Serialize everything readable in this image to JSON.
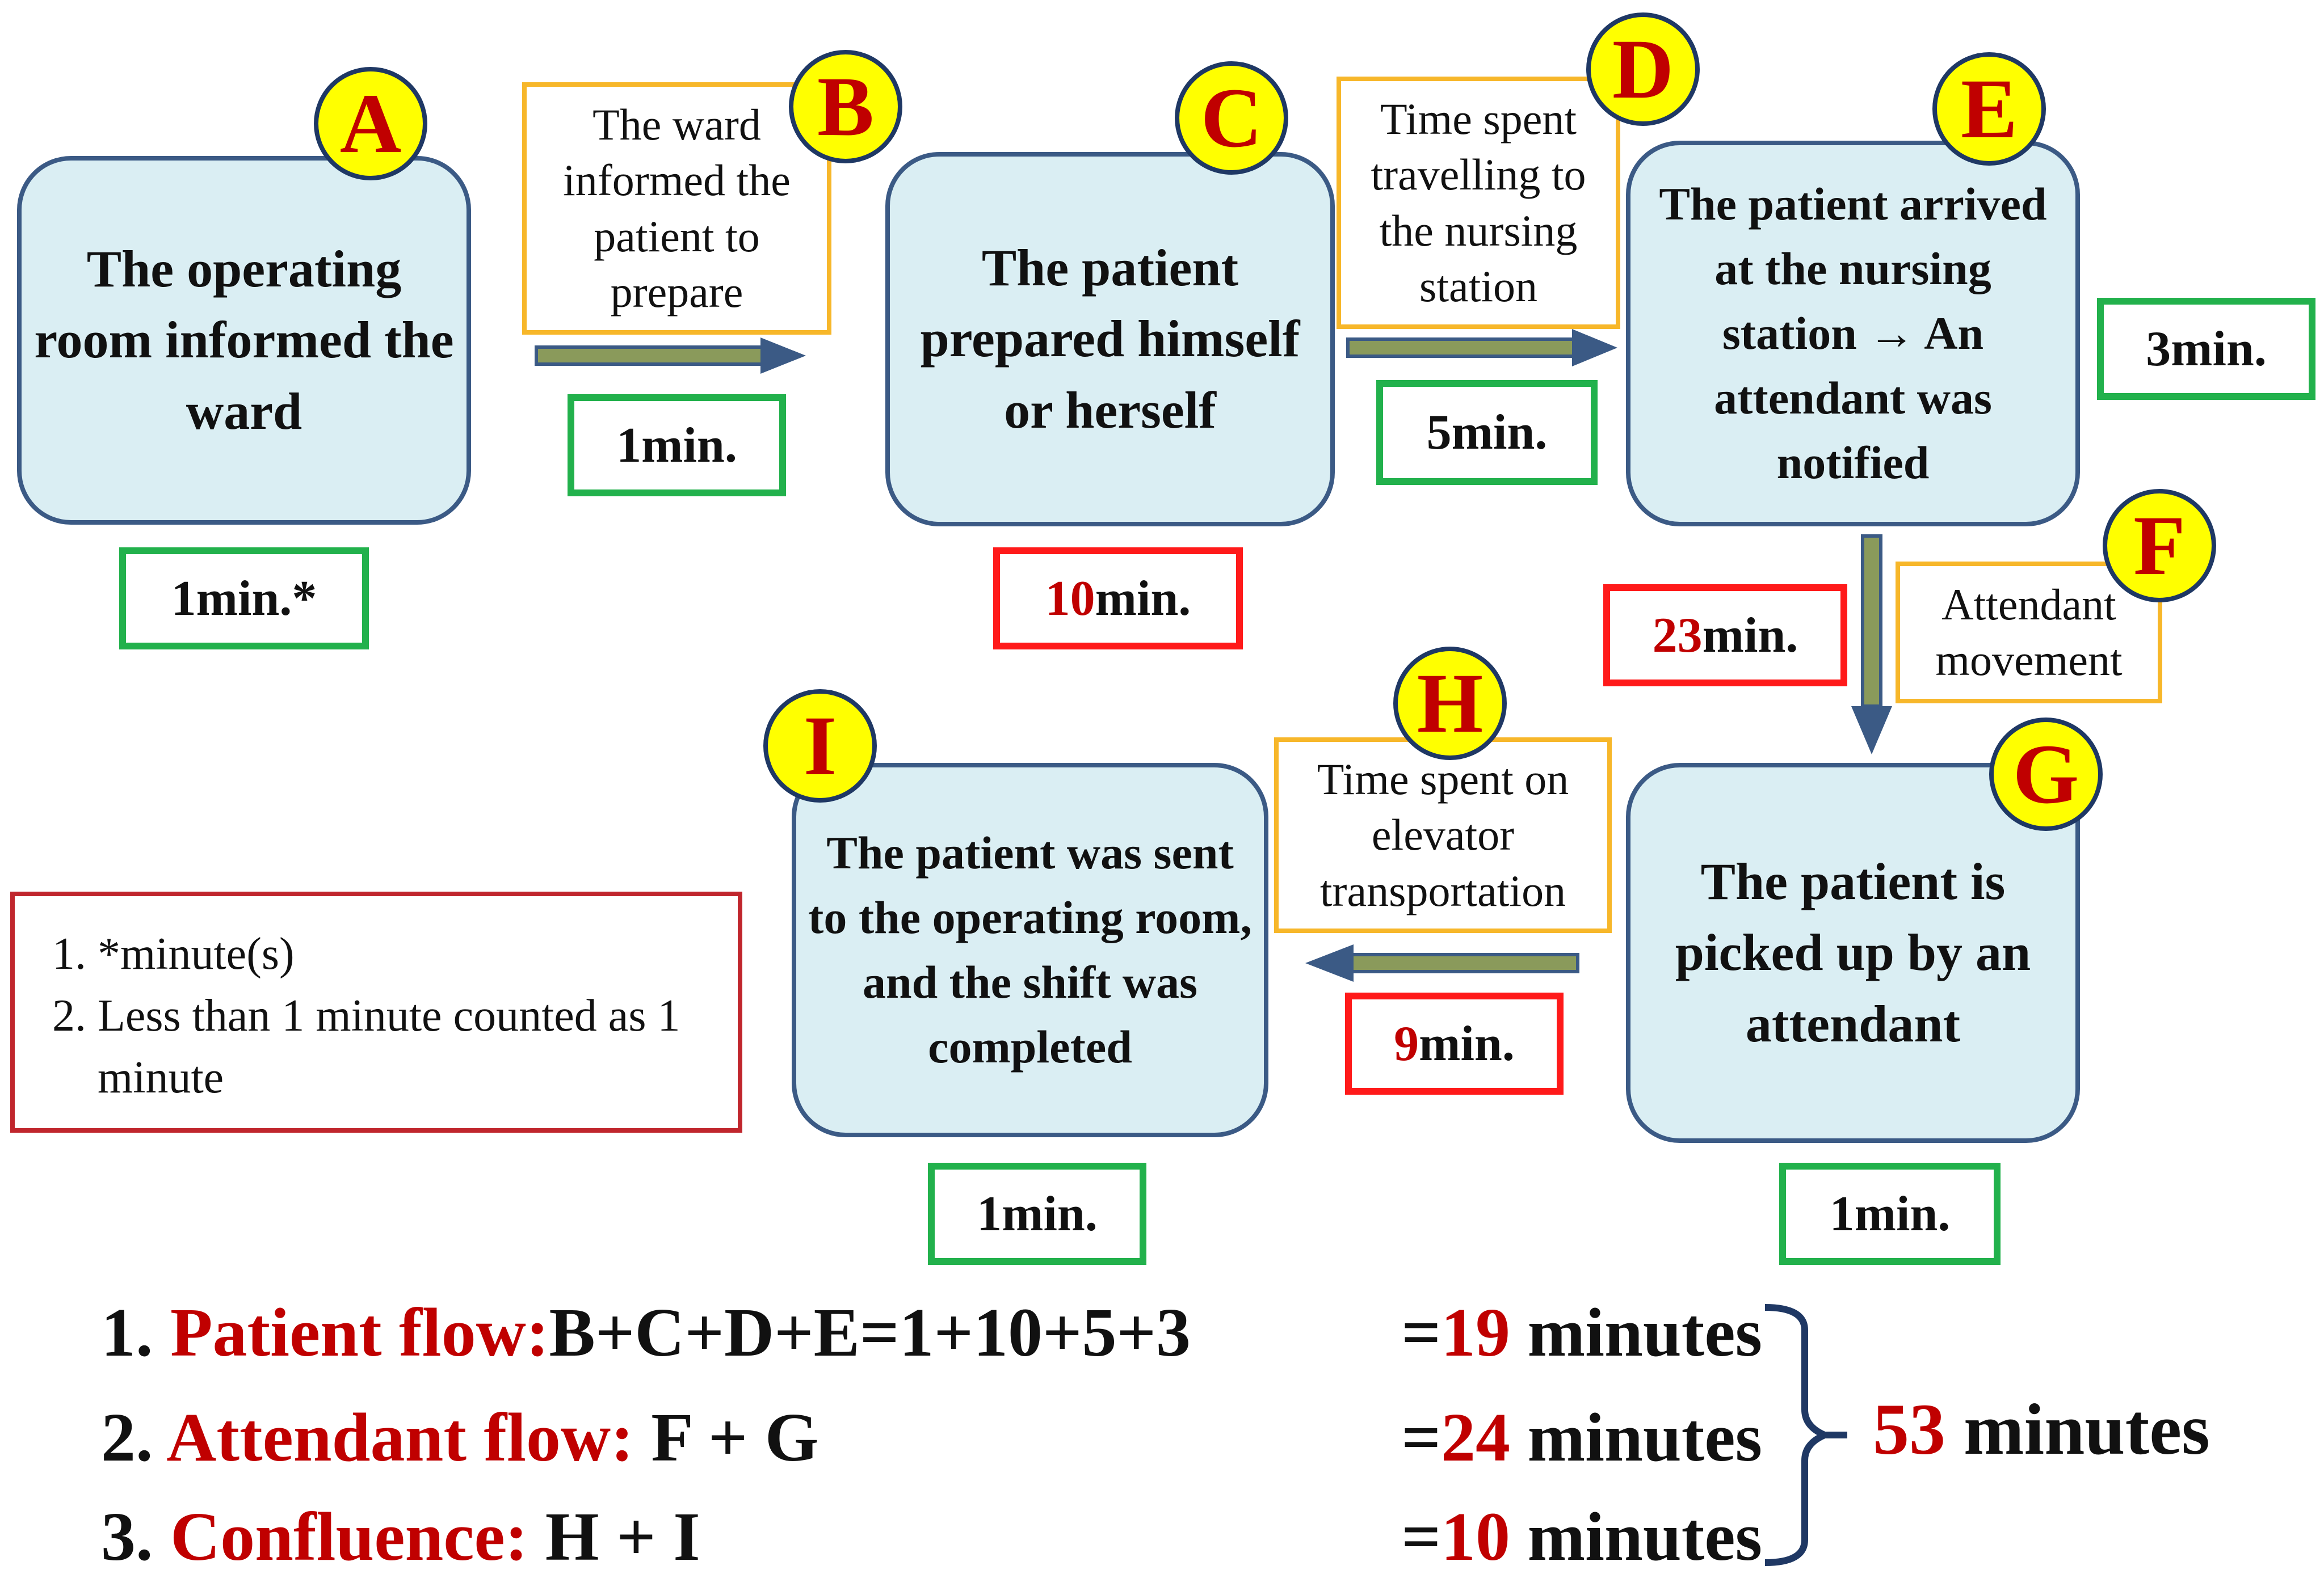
{
  "steps": {
    "A": {
      "badge": "A",
      "text": "The operating room informed the ward"
    },
    "C": {
      "badge": "C",
      "text": "The patient prepared himself or herself"
    },
    "E": {
      "badge": "E",
      "text": "The patient arrived at the nursing station → An attendant was notified"
    },
    "G": {
      "badge": "G",
      "text": "The patient is picked up by an attendant"
    },
    "I": {
      "badge": "I",
      "text": "The patient was sent to the operating room, and the shift was completed"
    }
  },
  "transitions": {
    "B": {
      "badge": "B",
      "text": "The ward informed the patient to prepare"
    },
    "D": {
      "badge": "D",
      "text": "Time spent travelling to the nursing station"
    },
    "F": {
      "badge": "F",
      "text": "Attendant movement"
    },
    "H": {
      "badge": "H",
      "text": "Time spent on elevator transportation"
    }
  },
  "times": {
    "A": {
      "value": "1",
      "unit": " min.*",
      "status": "ok"
    },
    "B": {
      "value": "1",
      "unit": " min.",
      "status": "ok"
    },
    "C": {
      "value": "10",
      "unit": " min.",
      "status": "delay"
    },
    "D": {
      "value": "5",
      "unit": " min.",
      "status": "ok"
    },
    "E": {
      "value": "3",
      "unit": " min.",
      "status": "ok"
    },
    "F": {
      "value": "23",
      "unit": " min.",
      "status": "delay"
    },
    "G": {
      "value": "1",
      "unit": " min.",
      "status": "ok"
    },
    "H": {
      "value": "9",
      "unit": " min.",
      "status": "delay"
    },
    "I": {
      "value": "1",
      "unit": " min.",
      "status": "ok"
    }
  },
  "legend": [
    "*minute(s)",
    "Less than 1 minute counted as 1 minute"
  ],
  "formulas": [
    {
      "num": "1.",
      "label": "Patient flow",
      "colon": ":",
      "expr": "B+C+D+E=1+10+5+3",
      "eq": "=",
      "value": "19",
      "unit": " minutes"
    },
    {
      "num": "2.",
      "label": "Attendant flow",
      "colon": ":",
      "expr": "F + G",
      "eq": "=",
      "value": "24",
      "unit": " minutes"
    },
    {
      "num": "3.",
      "label": "Confluence",
      "colon": ":",
      "expr": "H + I",
      "eq": "=",
      "value": "10",
      "unit": " minutes"
    }
  ],
  "total": {
    "value": "53",
    "unit": " minutes"
  },
  "colors": {
    "step_fill": "#daeef3",
    "step_border": "#3b5a85",
    "note_border": "#f7b72a",
    "ok_border": "#22b14c",
    "delay_border": "#ff1a1a",
    "badge_fill": "#ffff00",
    "accent_red": "#c00000",
    "arrow_fill": "#8a9a5b",
    "bracket": "#1f3864"
  }
}
